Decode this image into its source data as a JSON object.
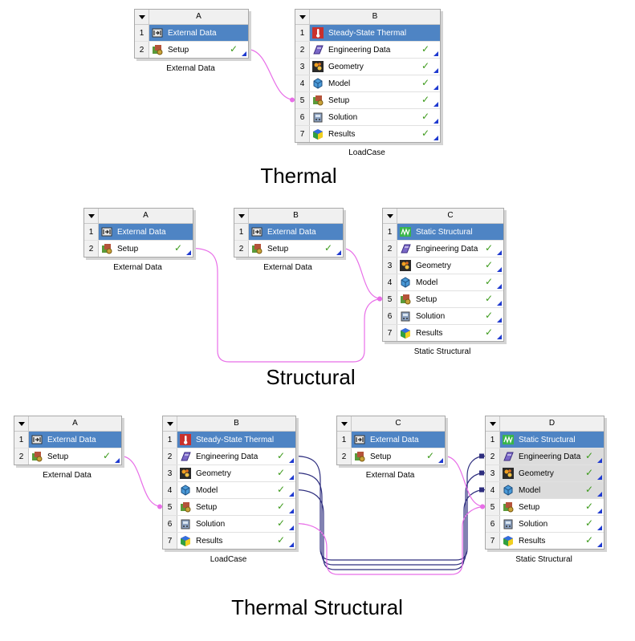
{
  "sections": [
    {
      "title": "Thermal"
    },
    {
      "title": "Structural"
    },
    {
      "title": "Thermal Structural"
    }
  ],
  "colors": {
    "title_row": "#4e84c4",
    "check": "#3c9a1b",
    "corner_arrow": "#1f3ad0",
    "data_link": "#e86ee8",
    "share_link": "#2e2e7e"
  },
  "systems": [
    {
      "letter": "A",
      "caption": "External Data",
      "rows": [
        {
          "num": "1",
          "label": "External Data",
          "icon": "external-data-icon",
          "title": true
        },
        {
          "num": "2",
          "label": "Setup",
          "icon": "setup-icon",
          "check": "✓"
        }
      ]
    },
    {
      "letter": "B",
      "caption": "LoadCase",
      "rows": [
        {
          "num": "1",
          "label": "Steady-State Thermal",
          "icon": "thermal-system-icon",
          "title": true
        },
        {
          "num": "2",
          "label": "Engineering Data",
          "icon": "engineering-data-icon",
          "check": "✓"
        },
        {
          "num": "3",
          "label": "Geometry",
          "icon": "geometry-icon",
          "check": "✓"
        },
        {
          "num": "4",
          "label": "Model",
          "icon": "model-icon",
          "check": "✓"
        },
        {
          "num": "5",
          "label": "Setup",
          "icon": "setup-icon",
          "check": "✓"
        },
        {
          "num": "6",
          "label": "Solution",
          "icon": "solution-icon",
          "check": "✓"
        },
        {
          "num": "7",
          "label": "Results",
          "icon": "results-icon",
          "check": "✓"
        }
      ]
    },
    {
      "letter": "A",
      "caption": "External Data",
      "rows": [
        {
          "num": "1",
          "label": "External Data",
          "icon": "external-data-icon",
          "title": true
        },
        {
          "num": "2",
          "label": "Setup",
          "icon": "setup-icon",
          "check": "✓"
        }
      ]
    },
    {
      "letter": "B",
      "caption": "External Data",
      "rows": [
        {
          "num": "1",
          "label": "External Data",
          "icon": "external-data-icon",
          "title": true
        },
        {
          "num": "2",
          "label": "Setup",
          "icon": "setup-icon",
          "check": "✓"
        }
      ]
    },
    {
      "letter": "C",
      "caption": "Static Structural",
      "rows": [
        {
          "num": "1",
          "label": "Static Structural",
          "icon": "structural-system-icon",
          "title": true
        },
        {
          "num": "2",
          "label": "Engineering Data",
          "icon": "engineering-data-icon",
          "check": "✓"
        },
        {
          "num": "3",
          "label": "Geometry",
          "icon": "geometry-icon",
          "check": "✓"
        },
        {
          "num": "4",
          "label": "Model",
          "icon": "model-icon",
          "check": "✓"
        },
        {
          "num": "5",
          "label": "Setup",
          "icon": "setup-icon",
          "check": "✓"
        },
        {
          "num": "6",
          "label": "Solution",
          "icon": "solution-icon",
          "check": "✓"
        },
        {
          "num": "7",
          "label": "Results",
          "icon": "results-icon",
          "check": "✓"
        }
      ]
    },
    {
      "letter": "A",
      "caption": "External Data",
      "rows": [
        {
          "num": "1",
          "label": "External Data",
          "icon": "external-data-icon",
          "title": true
        },
        {
          "num": "2",
          "label": "Setup",
          "icon": "setup-icon",
          "check": "✓"
        }
      ]
    },
    {
      "letter": "B",
      "caption": "LoadCase",
      "rows": [
        {
          "num": "1",
          "label": "Steady-State Thermal",
          "icon": "thermal-system-icon",
          "title": true
        },
        {
          "num": "2",
          "label": "Engineering Data",
          "icon": "engineering-data-icon",
          "check": "✓"
        },
        {
          "num": "3",
          "label": "Geometry",
          "icon": "geometry-icon",
          "check": "✓"
        },
        {
          "num": "4",
          "label": "Model",
          "icon": "model-icon",
          "check": "✓"
        },
        {
          "num": "5",
          "label": "Setup",
          "icon": "setup-icon",
          "check": "✓"
        },
        {
          "num": "6",
          "label": "Solution",
          "icon": "solution-icon",
          "check": "✓"
        },
        {
          "num": "7",
          "label": "Results",
          "icon": "results-icon",
          "check": "✓"
        }
      ]
    },
    {
      "letter": "C",
      "caption": "External Data",
      "rows": [
        {
          "num": "1",
          "label": "External Data",
          "icon": "external-data-icon",
          "title": true
        },
        {
          "num": "2",
          "label": "Setup",
          "icon": "setup-icon",
          "check": "✓"
        }
      ]
    },
    {
      "letter": "D",
      "caption": "Static Structural",
      "rows": [
        {
          "num": "1",
          "label": "Static Structural",
          "icon": "structural-system-icon",
          "title": true
        },
        {
          "num": "2",
          "label": "Engineering Data",
          "icon": "engineering-data-icon",
          "check": "✓",
          "shared": true
        },
        {
          "num": "3",
          "label": "Geometry",
          "icon": "geometry-icon",
          "check": "✓",
          "shared": true
        },
        {
          "num": "4",
          "label": "Model",
          "icon": "model-icon",
          "check": "✓",
          "shared": true
        },
        {
          "num": "5",
          "label": "Setup",
          "icon": "setup-icon",
          "check": "✓"
        },
        {
          "num": "6",
          "label": "Solution",
          "icon": "solution-icon",
          "check": "✓"
        },
        {
          "num": "7",
          "label": "Results",
          "icon": "results-icon",
          "check": "✓"
        }
      ]
    }
  ],
  "links": [
    {
      "from": [
        0,
        1
      ],
      "to": [
        1,
        4
      ],
      "kind": "data"
    },
    {
      "from": [
        2,
        1
      ],
      "to": [
        4,
        4
      ],
      "kind": "data"
    },
    {
      "from": [
        3,
        1
      ],
      "to": [
        4,
        4
      ],
      "kind": "data"
    },
    {
      "from": [
        5,
        1
      ],
      "to": [
        6,
        4
      ],
      "kind": "data"
    },
    {
      "from": [
        6,
        1
      ],
      "to": [
        8,
        1
      ],
      "kind": "share"
    },
    {
      "from": [
        6,
        2
      ],
      "to": [
        8,
        2
      ],
      "kind": "share"
    },
    {
      "from": [
        6,
        3
      ],
      "to": [
        8,
        3
      ],
      "kind": "share"
    },
    {
      "from": [
        6,
        5
      ],
      "to": [
        8,
        4
      ],
      "kind": "data"
    },
    {
      "from": [
        7,
        1
      ],
      "to": [
        8,
        4
      ],
      "kind": "data"
    }
  ]
}
